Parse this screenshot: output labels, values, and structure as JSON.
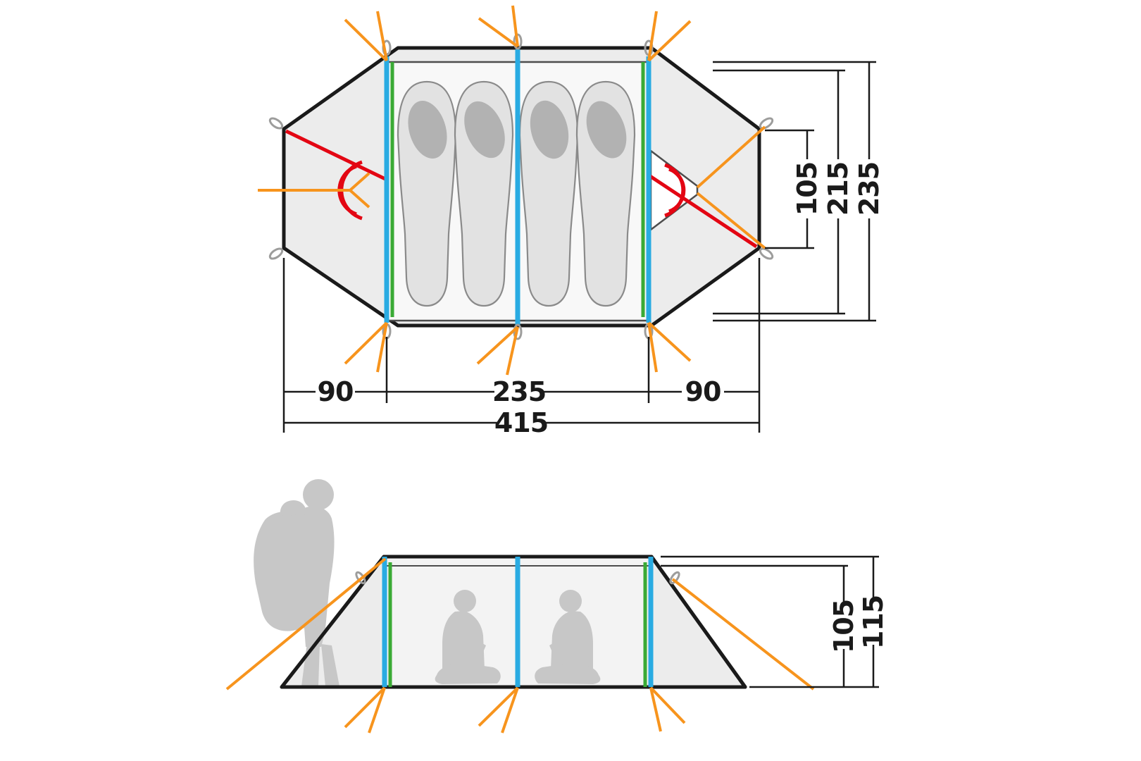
{
  "colors": {
    "background": "#ffffff",
    "outline": "#1a1a1a",
    "tent_fill": "#ececec",
    "floor_fill": "#f8f8f8",
    "inner_line": "#4d4d4d",
    "pole_blue": "#29abe2",
    "pole_green": "#3aaa35",
    "guy_orange": "#f7941d",
    "door_red": "#e30613",
    "peg_gray": "#9d9d9c",
    "bag_fill": "#e2e2e2",
    "bag_outline": "#8a8a8a",
    "bag_head": "#b2b2b2",
    "silhouette": "#c7c7c7",
    "dim_color": "#1a1a1a"
  },
  "top_view": {
    "dim_left_vestibule_cm": "90",
    "dim_inner_length_cm": "235",
    "dim_right_vestibule_cm": "90",
    "dim_total_length_cm": "415",
    "dim_door_width_cm": "105",
    "dim_mid_width_cm": "215",
    "dim_total_width_cm": "235"
  },
  "side_view": {
    "dim_inner_height_cm": "105",
    "dim_total_height_cm": "115"
  }
}
